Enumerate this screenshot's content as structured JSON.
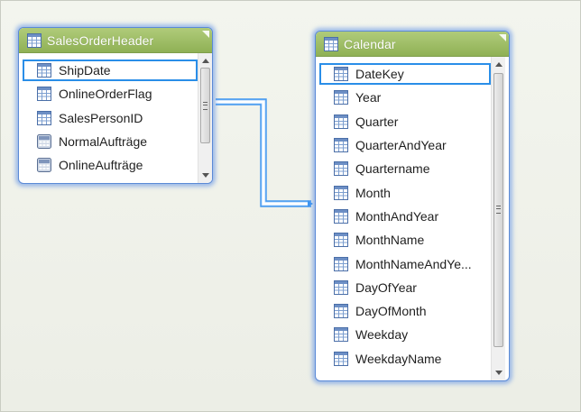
{
  "tables": {
    "sales_order_header": {
      "title": "SalesOrderHeader",
      "columns": [
        {
          "label": "ShipDate",
          "icon": "table-column-icon",
          "selected": true
        },
        {
          "label": "OnlineOrderFlag",
          "icon": "table-column-icon"
        },
        {
          "label": "SalesPersonID",
          "icon": "table-column-icon"
        },
        {
          "label": "NormalAufträge",
          "icon": "calculated-measure-icon"
        },
        {
          "label": "OnlineAufträge",
          "icon": "calculated-measure-icon"
        }
      ]
    },
    "calendar": {
      "title": "Calendar",
      "columns": [
        {
          "label": "DateKey",
          "icon": "table-column-icon",
          "selected": true
        },
        {
          "label": "Year",
          "icon": "table-column-icon"
        },
        {
          "label": "Quarter",
          "icon": "table-column-icon"
        },
        {
          "label": "QuarterAndYear",
          "icon": "table-column-icon"
        },
        {
          "label": "Quartername",
          "icon": "table-column-icon"
        },
        {
          "label": "Month",
          "icon": "table-column-icon"
        },
        {
          "label": "MonthAndYear",
          "icon": "table-column-icon"
        },
        {
          "label": "MonthName",
          "icon": "table-column-icon"
        },
        {
          "label": "MonthNameAndYe...",
          "icon": "table-column-icon"
        },
        {
          "label": "DayOfYear",
          "icon": "table-column-icon"
        },
        {
          "label": "DayOfMonth",
          "icon": "table-column-icon"
        },
        {
          "label": "Weekday",
          "icon": "table-column-icon"
        },
        {
          "label": "WeekdayName",
          "icon": "table-column-icon"
        }
      ]
    }
  },
  "relationship": {
    "from": "SalesOrderHeader.ShipDate",
    "to": "Calendar.DateKey"
  },
  "colors": {
    "header_green": "#9dbb63",
    "selection_blue": "#2a8ee8",
    "relationship_line": "#3f96f0",
    "card_glow": "#5a8ce6"
  }
}
